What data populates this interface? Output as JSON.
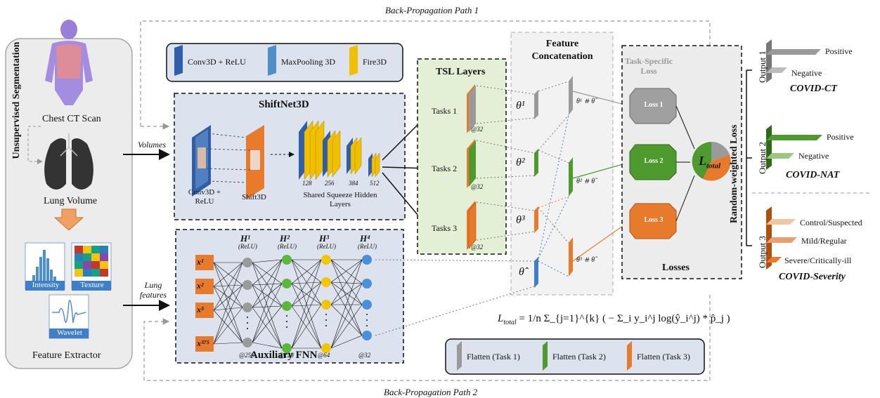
{
  "paths": {
    "bp1": "Back-Propagation Path 1",
    "bp2": "Back-Propagation Path 2"
  },
  "left": {
    "title": "Unsupervised Segmentation",
    "ct": "Chest CT Scan",
    "lung": "Lung Volume",
    "intensity": "Intensity",
    "texture": "Texture",
    "wavelet": "Wavelet",
    "extractor": "Feature Extractor"
  },
  "arrows": {
    "volumes": "Volumes",
    "lung_features": "Lung features"
  },
  "legend_top": {
    "conv": "Conv3D + ReLU",
    "maxpool": "MaxPooling 3D",
    "fire": "Fire3D"
  },
  "shiftnet": {
    "title": "ShiftNet3D",
    "conv": "Conv3D + ReLU",
    "shift": "Shift3D",
    "shared": "Shared Squeeze Hidden Layers",
    "sizes": [
      "128",
      "256",
      "384",
      "512"
    ]
  },
  "fnn": {
    "title": "Auxiliary FNN",
    "layers": [
      "H¹",
      "H²",
      "H³",
      "H⁴"
    ],
    "relu": "(ReLU)",
    "inputs": [
      "x¹",
      "x²",
      "x³",
      "x³⁷⁵"
    ],
    "sizes": [
      "@256",
      "@128",
      "@64",
      "@32"
    ]
  },
  "tsl": {
    "title": "TSL Layers",
    "tasks": [
      "Tasks 1",
      "Tasks 2",
      "Tasks 3"
    ],
    "size": "@32"
  },
  "concat": {
    "title": "Feature Concatenation",
    "thetas": [
      "θ¹",
      "θ²",
      "θ³",
      "θ̂"
    ],
    "pairs": [
      "θ¹ ⧺ θ̂",
      "θ² ⧺ θ̂",
      "θ³ ⧺ θ̂"
    ]
  },
  "losses": {
    "subtitle": "Task-Specific Loss",
    "items": [
      "Loss 1",
      "Loss 2",
      "Loss 3"
    ],
    "total": "L",
    "total_sub": "total",
    "title": "Losses",
    "rw": "Random-weighted Loss"
  },
  "formula": {
    "lhs": "L",
    "lhs_sub": "total",
    "text": "= 1/n Σ_{j=1}^{k} ( − Σ_i y_i^j log(ŷ_i^j) * p̂_j )"
  },
  "legend_bottom": [
    "Flatten (Task 1)",
    "Flatten (Task 2)",
    "Flatten (Task 3)"
  ],
  "outputs": [
    {
      "label": "Output 1",
      "name": "COVID-CT",
      "classes": [
        "Positive",
        "Negative"
      ]
    },
    {
      "label": "Output 2",
      "name": "COVID-NAT",
      "classes": [
        "Positive",
        "Negative"
      ]
    },
    {
      "label": "Output 3",
      "name": "COVID-Severity",
      "classes": [
        "Control/Suspected",
        "Mild/Regular",
        "Severe/Critically-ill"
      ]
    }
  ],
  "colors": {
    "gray": "#9a9a9a",
    "green": "#4e9a2f",
    "orange": "#e87a2c",
    "blue": "#3f7fc8",
    "fire": "#f0c000",
    "conv": "#2f5fa8",
    "panel": "#dde3ee",
    "tsl_bg": "#e4f0d6"
  }
}
